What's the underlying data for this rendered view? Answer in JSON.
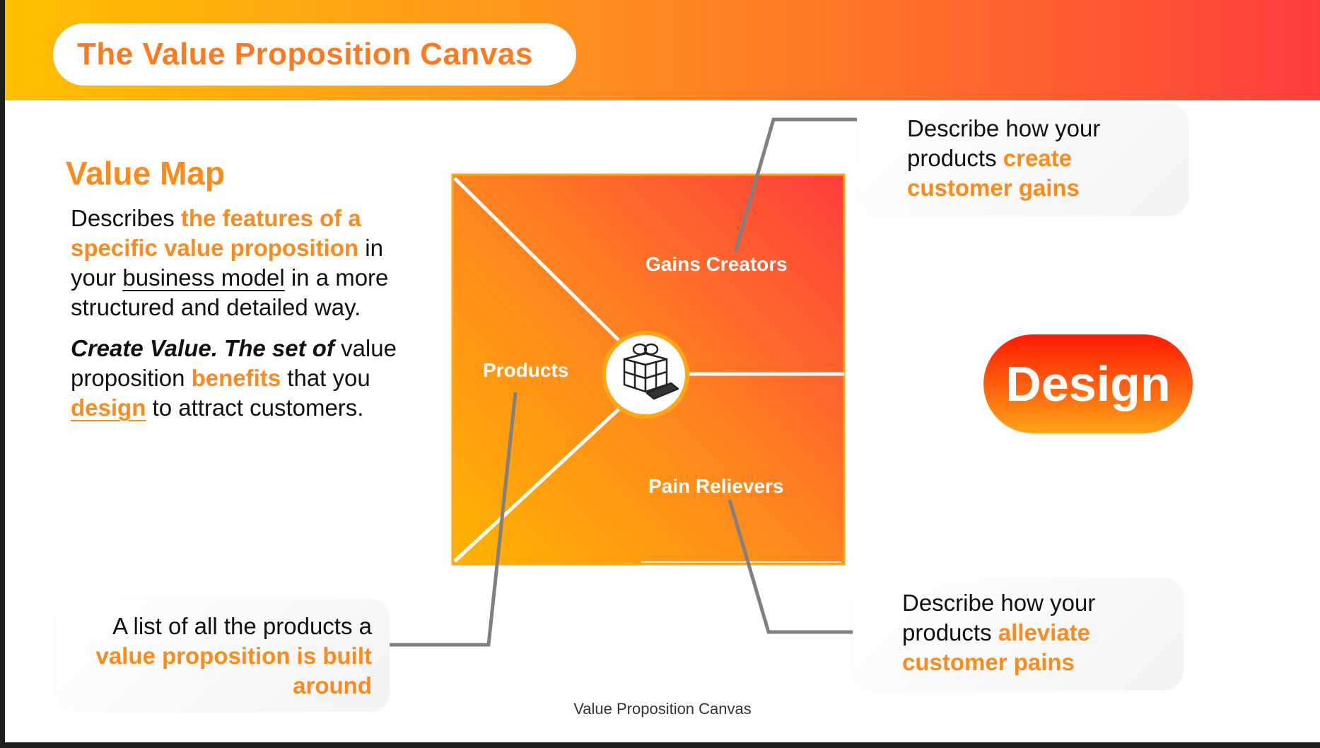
{
  "header": {
    "title": "The Value Proposition Canvas"
  },
  "value_map": {
    "heading": "Value Map",
    "p1": {
      "lead": "Describes ",
      "hl": "the features of a specific value proposition",
      "mid": " in your ",
      "underlined": "business model",
      "tail": " in a more structured and detailed way."
    },
    "p2": {
      "em": "Create Value. The set of",
      "mid": " value proposition ",
      "hl1": "benefits",
      "mid2": " that you ",
      "hl2": "design",
      "tail": " to attract customers."
    }
  },
  "canvas": {
    "labels": {
      "gains": "Gains Creators",
      "products": "Products",
      "pains": "Pain Relievers"
    },
    "hub_icon": "gift-box-icon",
    "colors": {
      "orange": "#ff8a1c",
      "red": "#ff3d3d",
      "yellow": "#ffb300"
    }
  },
  "callouts": {
    "gains": {
      "lead": "Describe how your products ",
      "hl": "create customer gains"
    },
    "pains": {
      "lead": "Describe how your products ",
      "hl": "alleviate customer pains"
    },
    "products": {
      "lead": "A list of all the products a ",
      "hl": "value proposition is built around"
    }
  },
  "design_badge": "Design",
  "caption": "Value Proposition Canvas"
}
